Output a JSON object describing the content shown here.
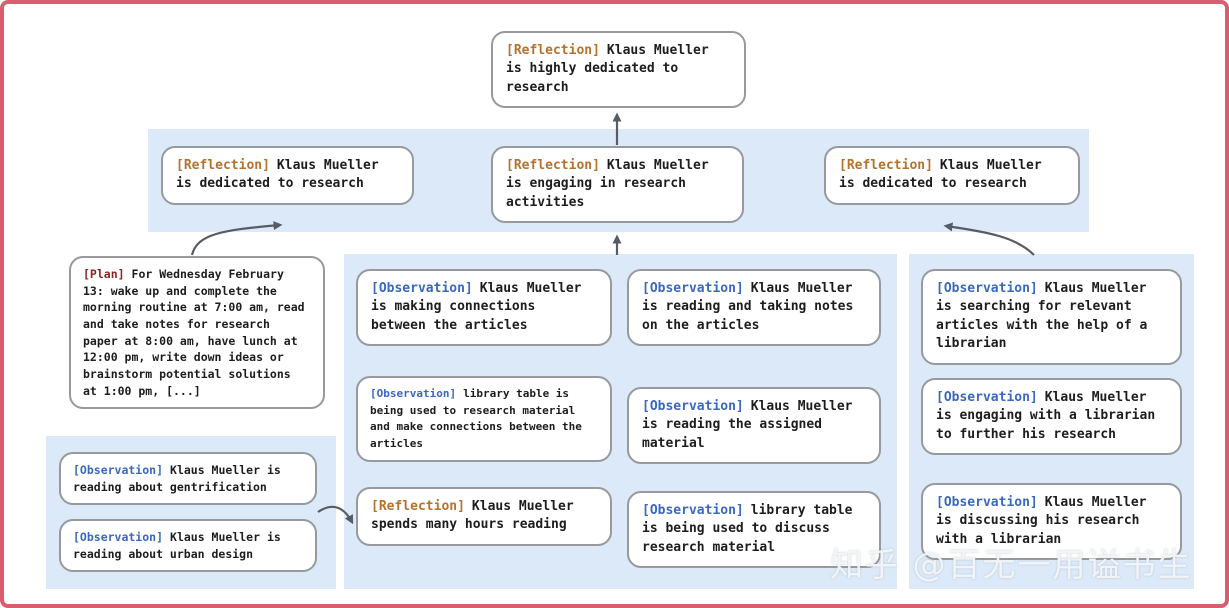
{
  "watermark": {
    "text": "知乎 @百无一用谥书生"
  },
  "colors": {
    "frame": "#d95f6f",
    "panel_blue": "#dce9f8",
    "box_border": "#97999c",
    "reflection_tag": "#b5722d",
    "observation_tag": "#3a68bd",
    "plan_tag": "#8e2222",
    "arrow": "#565c63",
    "text": "#1d1d1f"
  },
  "nodes": {
    "root": {
      "tag": "[Reflection]",
      "text": "Klaus Mueller is highly dedicated to research"
    },
    "l2_left": {
      "tag": "[Reflection]",
      "text": "Klaus Mueller is dedicated to research"
    },
    "l2_mid": {
      "tag": "[Reflection]",
      "text": "Klaus Mueller is engaging in research activities"
    },
    "l2_right": {
      "tag": "[Reflection]",
      "text": "Klaus Mueller is dedicated to research"
    },
    "plan": {
      "tag": "[Plan]",
      "text": "For Wednesday February 13: wake up and complete the morning routine at 7:00 am, read and take notes for research paper at 8:00 am, have lunch at 12:00 pm, write down ideas or brainstorm potential solutions at 1:00 pm, [...]"
    },
    "left_obs_1": {
      "tag": "[Observation]",
      "text": "Klaus Mueller is reading about gentrification"
    },
    "left_obs_2": {
      "tag": "[Observation]",
      "text": "Klaus Mueller is reading about urban design"
    },
    "mid_a1": {
      "tag": "[Observation]",
      "text": "Klaus Mueller is making connections between the articles"
    },
    "mid_a2": {
      "tag": "[Observation]",
      "text": "library table is being used to research material and make connections between the articles"
    },
    "mid_a3": {
      "tag": "[Reflection]",
      "text": "Klaus Mueller spends many hours reading"
    },
    "mid_b1": {
      "tag": "[Observation]",
      "text": "Klaus Mueller is reading and taking notes on the articles"
    },
    "mid_b2": {
      "tag": "[Observation]",
      "text": "Klaus Mueller is reading the assigned material"
    },
    "mid_b3": {
      "tag": "[Observation]",
      "text": "library table is being used to discuss research material"
    },
    "right_1": {
      "tag": "[Observation]",
      "text": "Klaus Mueller is searching for relevant articles with the help of a librarian"
    },
    "right_2": {
      "tag": "[Observation]",
      "text": "Klaus Mueller is engaging with a librarian to further his research"
    },
    "right_3": {
      "tag": "[Observation]",
      "text": "Klaus Mueller is discussing his research with a librarian"
    }
  }
}
